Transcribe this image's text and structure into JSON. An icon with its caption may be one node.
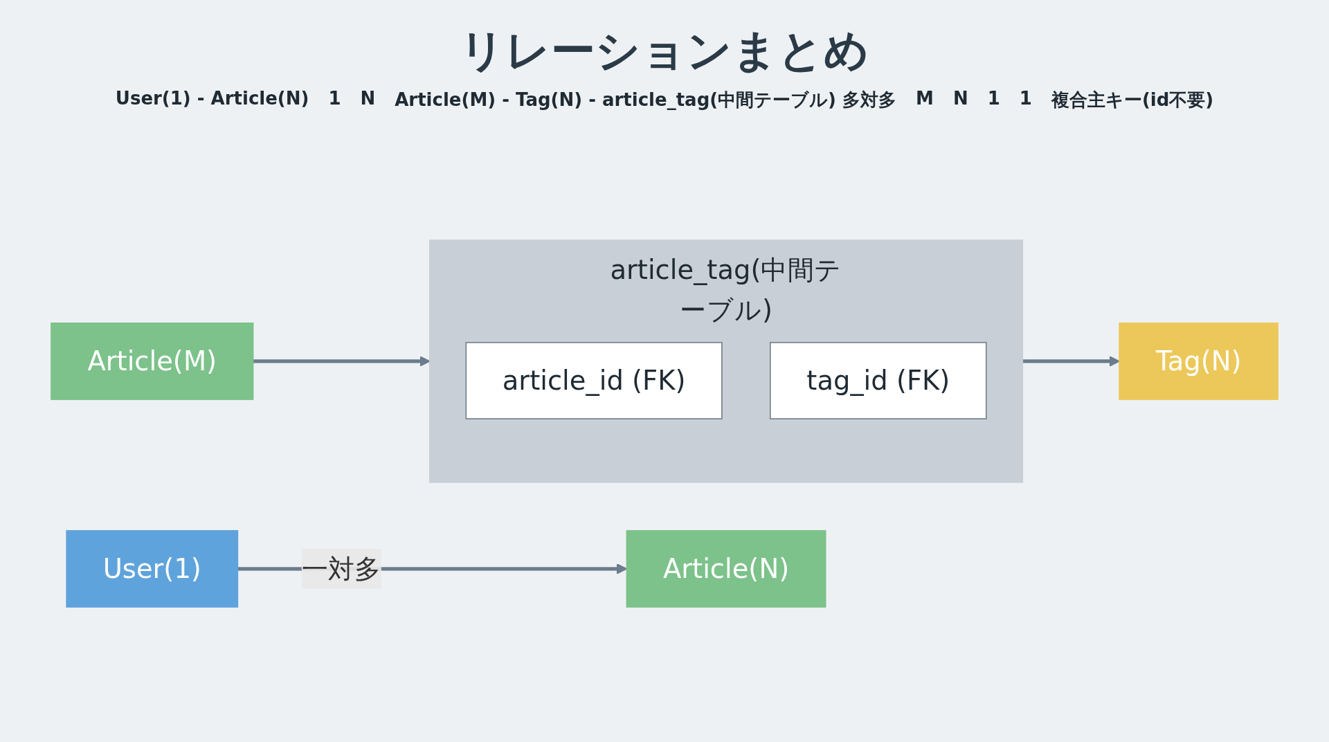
{
  "diagram": {
    "title": "リレーションまとめ",
    "nodes": [
      {
        "text": [
          "User(1)"
        ]
      },
      {
        "text": [
          "Article(N)"
        ]
      },
      {
        "text": [
          "Article(M)"
        ]
      },
      {
        "text": [
          "article_tag(中間テーブル)"
        ]
      },
      {
        "text": [
          "article_id (FK)"
        ],
        "in": 3
      },
      {
        "text": [
          "tag_id (FK)"
        ],
        "in": 3
      },
      {
        "text": [
          "Tag(N)"
        ]
      }
    ],
    "edges": [
      {
        "from": 0,
        "to": 1,
        "arrow": "to",
        "label": "一対多"
      },
      {
        "from": 2,
        "to": 3,
        "arrow": "to"
      },
      {
        "from": 3,
        "to": 6,
        "arrow": "to"
      }
    ],
    "labels": [
      "User(1) - Article(N)",
      "1",
      "N",
      "Article(M) - Tag(N) - article_tag(中間テーブル) 多対多",
      "M",
      "N",
      "1",
      "1",
      "複合主キー(id不要)"
    ]
  }
}
